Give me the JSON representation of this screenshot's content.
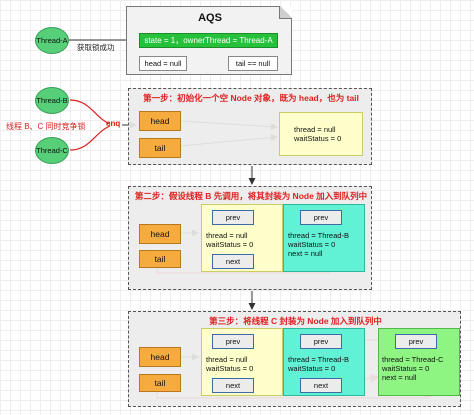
{
  "threads": {
    "a": "Thread-A",
    "b": "Thread-B",
    "c": "Thread-C"
  },
  "labels": {
    "acquired": "获取锁成功",
    "compete": "线程 B、C 同时竞争锁",
    "enq": "enq"
  },
  "aqs": {
    "title": "AQS",
    "state": "state = 1，ownerThread = Thread-A",
    "head": "head = null",
    "tail": "tail == null"
  },
  "steps": {
    "one": {
      "title": "第一步：初始化一个空 Node 对象，既为 head，也为 tail",
      "head": "head",
      "tail": "tail",
      "node": {
        "line1": "thread = null",
        "line2": "waitStatus = 0"
      }
    },
    "two": {
      "title": "第二步：假设线程 B 先调用，将其封装为 Node 加入到队列中",
      "head": "head",
      "tail": "tail",
      "node1": {
        "prev": "prev",
        "line1": "thread = null",
        "line2": "waitStatus = 0",
        "next": "next"
      },
      "node2": {
        "prev": "prev",
        "line1": "thread = Thread-B",
        "line2": "waitStatus = 0",
        "line3": "next = null"
      }
    },
    "three": {
      "title": "第三步：将线程 C 封装为 Node 加入到队列中",
      "head": "head",
      "tail": "tail",
      "node1": {
        "prev": "prev",
        "line1": "thread = null",
        "line2": "waitStatus = 0",
        "next": "next"
      },
      "node2": {
        "prev": "prev",
        "line1": "thread = Thread-B",
        "line2": "waitStatus = 0",
        "next": "next"
      },
      "node3": {
        "prev": "prev",
        "line1": "thread = Thread-C",
        "line2": "waitStatus = 0",
        "line3": "next = null"
      }
    }
  },
  "colors": {
    "accent_red": "#e02020",
    "thread_green": "#56cf78",
    "state_green": "#26c13a",
    "pointer_orange": "#f6ab3f",
    "node_yellow": "#ffffcc",
    "node_cyan": "#61f2d6",
    "node_green": "#8ef582"
  }
}
